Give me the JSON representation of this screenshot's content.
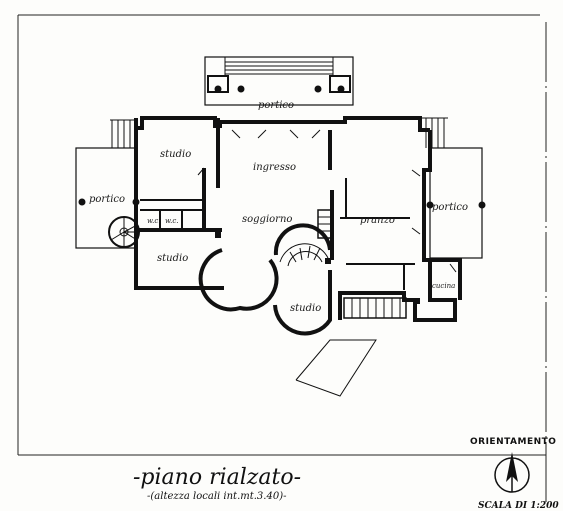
{
  "rooms": {
    "portico_top": "portico",
    "studio_top": "studio",
    "ingresso": "ingresso",
    "portico_left": "portico",
    "wc1": "w.c.",
    "wc2": "w.c.",
    "soggiorno": "soggiorno",
    "pranzo": "pranzo",
    "portico_right": "portico",
    "studio_left": "studio",
    "studio_bottom": "studio",
    "cucina": "cucina"
  },
  "title": "-piano rialzato-",
  "subtitle": "-(altezza locali int.mt.3.40)-",
  "orientation_label": "ORIENTAMENTO",
  "scale_label": "SCALA DI 1:200",
  "icons": {
    "compass": "north-arrow-icon"
  },
  "colors": {
    "ink": "#111111",
    "paper": "#fdfdfb"
  }
}
